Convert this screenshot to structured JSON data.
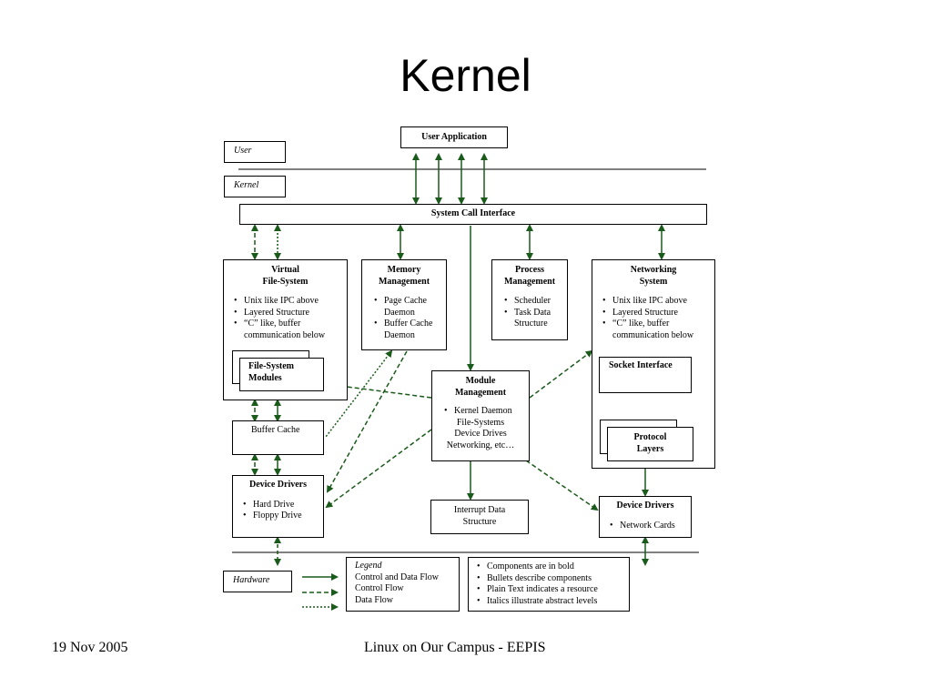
{
  "slide": {
    "title": "Kernel",
    "footer_date": "19 Nov 2005",
    "footer_text": "Linux on Our Campus - EEPIS"
  },
  "diagram": {
    "user_app": "User Application",
    "user_label": "User",
    "kernel_label": "Kernel",
    "syscall": "System Call Interface",
    "vfs": {
      "title_line1": "Virtual",
      "title_line2": "File-System",
      "bullets": [
        "Unix like IPC above",
        "Layered Structure",
        "“C” like, buffer communication below"
      ],
      "modules_line1": "File-System",
      "modules_line2": "Modules"
    },
    "mem": {
      "title_line1": "Memory",
      "title_line2": "Management",
      "bullets": [
        "Page Cache Daemon",
        "Buffer Cache Daemon"
      ]
    },
    "proc": {
      "title_line1": "Process",
      "title_line2": "Management",
      "bullets": [
        "Scheduler",
        "Task Data Structure"
      ]
    },
    "net": {
      "title_line1": "Networking",
      "title_line2": "System",
      "bullets": [
        "Unix like IPC above",
        "Layered Structure",
        "“C” like, buffer communication below"
      ],
      "socket": "Socket Interface",
      "protocol_line1": "Protocol",
      "protocol_line2": "Layers"
    },
    "buffer_cache": "Buffer Cache",
    "module_mgmt": {
      "title_line1": "Module",
      "title_line2": "Management",
      "bullet": "Kernel Daemon",
      "lines": [
        "File-Systems",
        "Device Drives",
        "Networking, etc…"
      ]
    },
    "dev_left": {
      "title": "Device Drivers",
      "bullets": [
        "Hard Drive",
        "Floppy Drive"
      ]
    },
    "interrupt": {
      "line1": "Interrupt Data",
      "line2": "Structure"
    },
    "dev_right": {
      "title": "Device Drivers",
      "bullets": [
        "Network Cards"
      ]
    },
    "hardware_label": "Hardware",
    "legend": {
      "title": "Legend",
      "items": [
        "Control and Data Flow",
        "Control Flow",
        "Data Flow"
      ]
    },
    "notes": [
      "Components are in bold",
      "Bullets describe components",
      "Plain Text indicates a resource",
      "Italics illustrate abstract levels"
    ],
    "colors": {
      "arrow": "#1a5a1a",
      "line": "#000000"
    }
  }
}
